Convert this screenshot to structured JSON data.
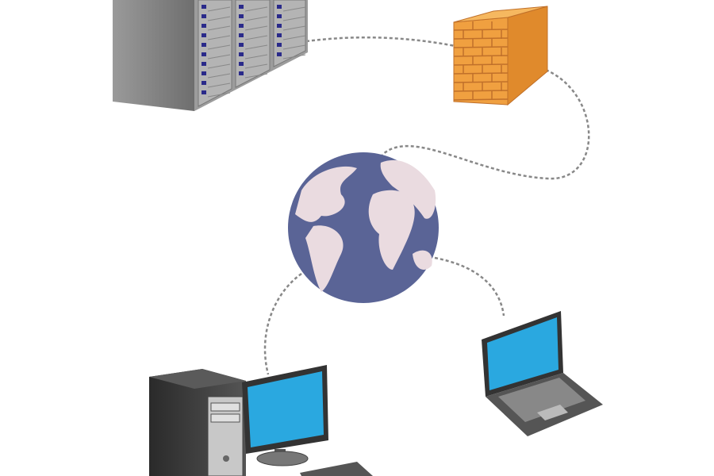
{
  "diagram": {
    "nodes": [
      {
        "id": "server",
        "icon": "server-rack-icon"
      },
      {
        "id": "firewall",
        "icon": "firewall-icon"
      },
      {
        "id": "internet",
        "icon": "globe-icon"
      },
      {
        "id": "desktop",
        "icon": "desktop-computer-icon"
      },
      {
        "id": "laptop",
        "icon": "laptop-icon"
      }
    ],
    "links": [
      {
        "from": "server",
        "to": "firewall",
        "style": "dashed"
      },
      {
        "from": "firewall",
        "to": "internet",
        "style": "dashed"
      },
      {
        "from": "internet",
        "to": "desktop",
        "style": "dashed"
      },
      {
        "from": "internet",
        "to": "laptop",
        "style": "dashed"
      }
    ]
  },
  "colors": {
    "server": "#8c8c8c",
    "server_led": "#2a2a8a",
    "firewall": "#f0a040",
    "globe_ocean": "#5a6496",
    "globe_land": "#eadbe0",
    "screen": "#2aa8e0",
    "link": "#888888"
  }
}
